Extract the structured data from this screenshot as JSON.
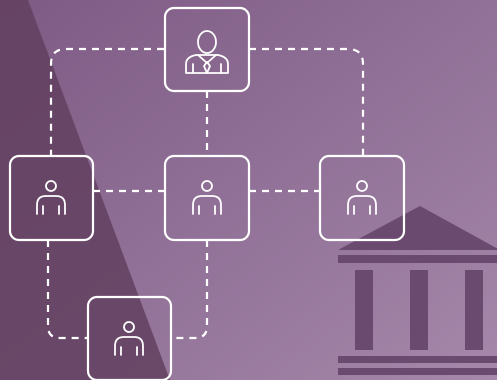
{
  "diagram": {
    "nodes": [
      {
        "id": "manager",
        "icon": "businessman-icon"
      },
      {
        "id": "member-left",
        "icon": "person-icon"
      },
      {
        "id": "member-center",
        "icon": "person-icon"
      },
      {
        "id": "member-right",
        "icon": "person-icon"
      },
      {
        "id": "member-bottom",
        "icon": "person-icon"
      }
    ],
    "connections": [
      [
        "manager",
        "member-left"
      ],
      [
        "manager",
        "member-center"
      ],
      [
        "manager",
        "member-right"
      ],
      [
        "member-left",
        "member-center"
      ],
      [
        "member-center",
        "member-right"
      ],
      [
        "member-left",
        "member-bottom"
      ],
      [
        "member-center",
        "member-bottom"
      ]
    ]
  },
  "background": {
    "gradient_start": "#7d5a84",
    "gradient_end": "#a588aa",
    "shadow_band": "#62405f",
    "decoration": "bank-building-icon",
    "bank_color": "#6a4a6e"
  },
  "style": {
    "stroke": "#ffffff"
  }
}
